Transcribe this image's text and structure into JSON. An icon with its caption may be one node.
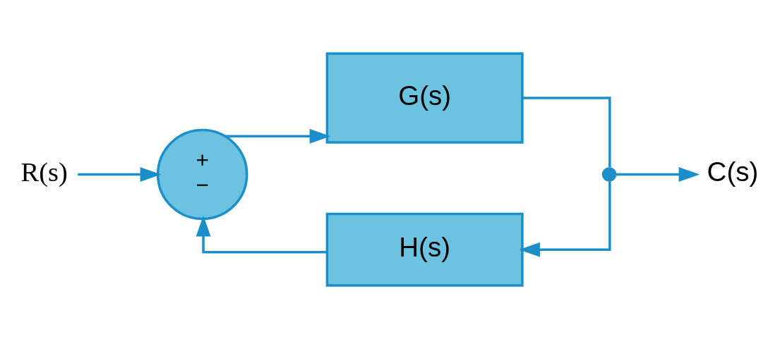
{
  "diagram": {
    "nodes": [
      {
        "text": [
          "R(s)"
        ]
      },
      {
        "text": [
          "+",
          "−"
        ]
      },
      {
        "text": [
          "G(s)"
        ]
      },
      {
        "text": [],
        "shape": "circle"
      },
      {
        "text": [
          "C(s)"
        ]
      },
      {
        "text": [
          "H(s)"
        ]
      }
    ],
    "edges": [
      {
        "from": 0,
        "to": 1,
        "arrow": "to"
      },
      {
        "from": 1,
        "to": 2,
        "arrow": "to"
      },
      {
        "from": 2,
        "to": 3,
        "arrow": "none"
      },
      {
        "from": 3,
        "to": 4,
        "arrow": "to"
      },
      {
        "from": 3,
        "to": 5,
        "arrow": "to"
      },
      {
        "from": 5,
        "to": 1,
        "arrow": "to"
      }
    ]
  }
}
